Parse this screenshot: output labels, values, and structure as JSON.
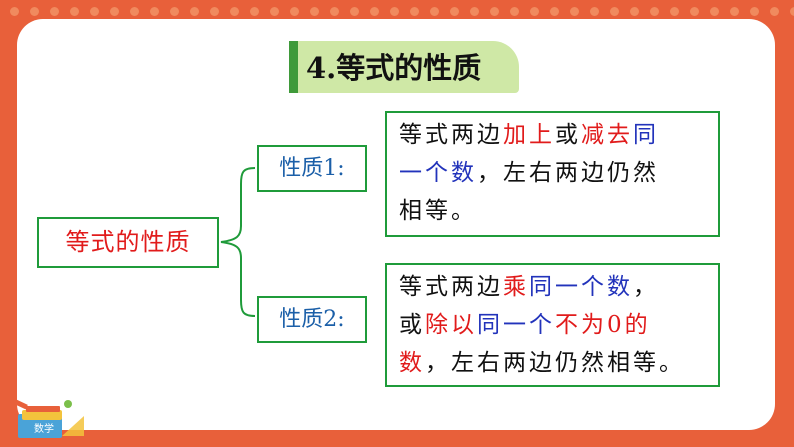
{
  "title": "4.等式的性质",
  "root_label": "等式的性质",
  "properties": [
    {
      "label": "性质1:",
      "lines": [
        [
          {
            "t": "等式两边",
            "c": "k"
          },
          {
            "t": "加上",
            "c": "r"
          },
          {
            "t": "或",
            "c": "k"
          },
          {
            "t": "减去",
            "c": "r"
          },
          {
            "t": "同",
            "c": "b"
          }
        ],
        [
          {
            "t": "一个数",
            "c": "b"
          },
          {
            "t": "，左右两边仍然",
            "c": "k"
          }
        ],
        [
          {
            "t": "相等。",
            "c": "k"
          }
        ]
      ]
    },
    {
      "label": "性质2:",
      "lines": [
        [
          {
            "t": "等式两边",
            "c": "k"
          },
          {
            "t": "乘",
            "c": "r"
          },
          {
            "t": "同一个数",
            "c": "b"
          },
          {
            "t": "，",
            "c": "k"
          }
        ],
        [
          {
            "t": "或",
            "c": "k"
          },
          {
            "t": "除以",
            "c": "r"
          },
          {
            "t": "同一个",
            "c": "b"
          },
          {
            "t": "不为0的",
            "c": "r"
          }
        ],
        [
          {
            "t": "数",
            "c": "r"
          },
          {
            "t": "，左右两边仍然相等。",
            "c": "k"
          }
        ]
      ]
    }
  ],
  "colors": {
    "frame": "#e8603a",
    "box_border": "#1f9b3a",
    "title_tab": "#cfe8a6",
    "title_accent": "#3f9a3a",
    "red_text": "#e11b1b",
    "blue_text": "#2233bb",
    "property_label": "#1b5fa8"
  },
  "icons": [
    "books-pencil-ruler-decoration-icon",
    "brace-connector-icon"
  ]
}
